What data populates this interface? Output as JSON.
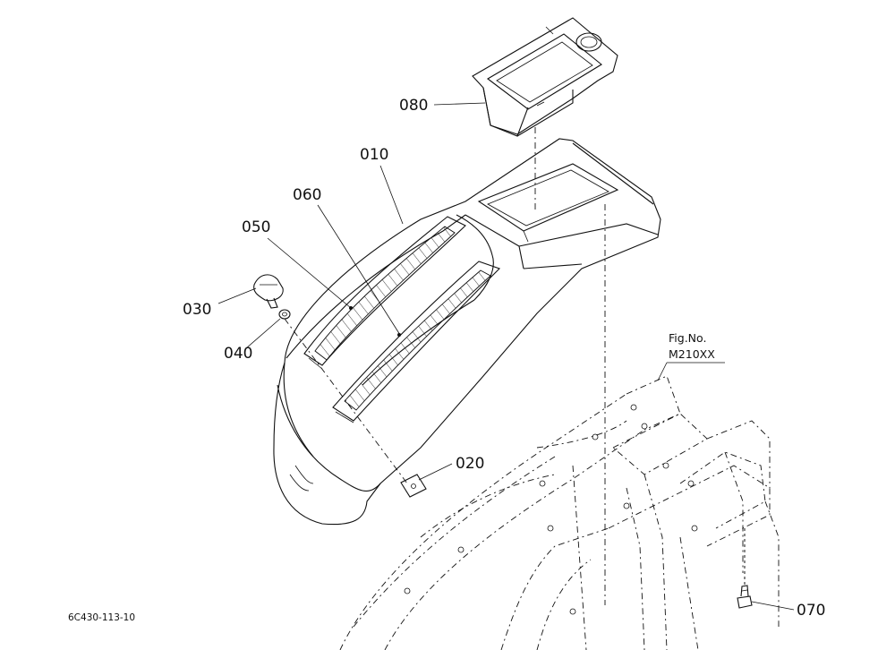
{
  "diagram": {
    "doc_code": "6C430-113-10",
    "figure_ref": {
      "label": "Fig.No.",
      "number": "M210XX"
    },
    "callouts": [
      {
        "id": "010",
        "label": "010"
      },
      {
        "id": "020",
        "label": "020"
      },
      {
        "id": "030",
        "label": "030"
      },
      {
        "id": "040",
        "label": "040"
      },
      {
        "id": "050",
        "label": "050"
      },
      {
        "id": "060",
        "label": "060"
      },
      {
        "id": "070",
        "label": "070"
      },
      {
        "id": "080",
        "label": "080"
      }
    ]
  }
}
